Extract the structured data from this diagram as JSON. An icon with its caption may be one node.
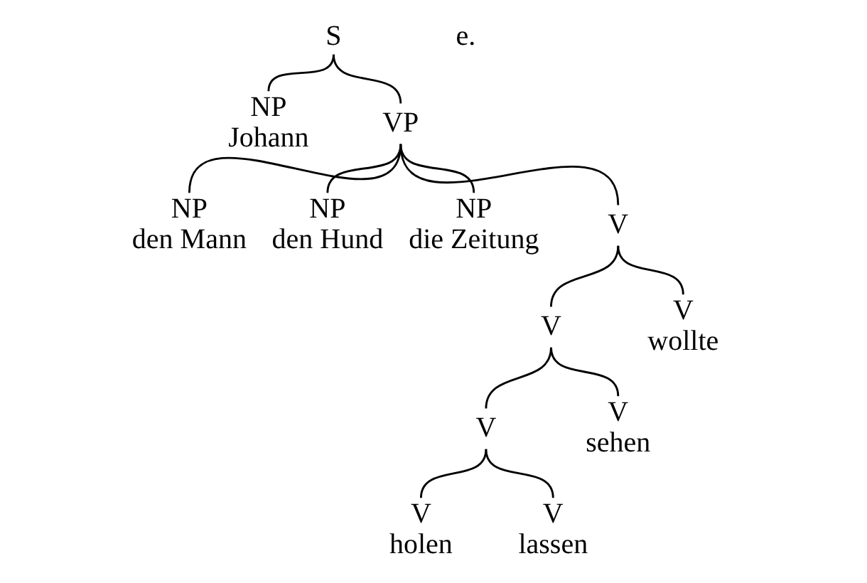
{
  "diagram": {
    "nodes": [
      {
        "text": [
          "S"
        ]
      },
      {
        "text": [
          "NP",
          "Johann"
        ]
      },
      {
        "text": [
          "VP"
        ]
      },
      {
        "text": [
          "NP",
          "den Mann"
        ]
      },
      {
        "text": [
          "NP",
          "den Hund"
        ]
      },
      {
        "text": [
          "NP",
          "die Zeitung"
        ]
      },
      {
        "text": [
          "V"
        ]
      },
      {
        "text": [
          "V"
        ]
      },
      {
        "text": [
          "V",
          "wollte"
        ]
      },
      {
        "text": [
          "V"
        ]
      },
      {
        "text": [
          "V",
          "sehen"
        ]
      },
      {
        "text": [
          "V",
          "holen"
        ]
      },
      {
        "text": [
          "V",
          "lassen"
        ]
      }
    ],
    "edges": [
      {
        "from": 0,
        "to": 1,
        "arrow": "none"
      },
      {
        "from": 0,
        "to": 2,
        "arrow": "none"
      },
      {
        "from": 2,
        "to": 3,
        "arrow": "none"
      },
      {
        "from": 2,
        "to": 4,
        "arrow": "none"
      },
      {
        "from": 2,
        "to": 5,
        "arrow": "none"
      },
      {
        "from": 2,
        "to": 6,
        "arrow": "none"
      },
      {
        "from": 6,
        "to": 7,
        "arrow": "none"
      },
      {
        "from": 6,
        "to": 8,
        "arrow": "none"
      },
      {
        "from": 7,
        "to": 9,
        "arrow": "none"
      },
      {
        "from": 7,
        "to": 10,
        "arrow": "none"
      },
      {
        "from": 9,
        "to": 11,
        "arrow": "none"
      },
      {
        "from": 9,
        "to": 12,
        "arrow": "none"
      }
    ],
    "labels": [
      "e."
    ]
  }
}
